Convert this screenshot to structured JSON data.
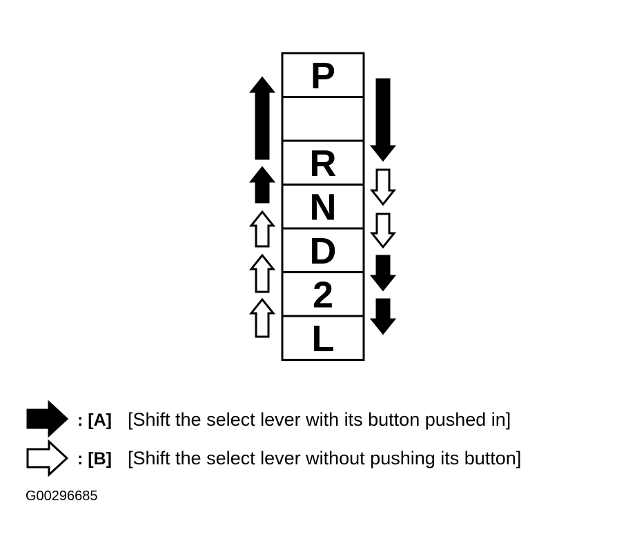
{
  "gates": [
    "P",
    "",
    "R",
    "N",
    "D",
    "2",
    "L"
  ],
  "arrows": {
    "up": [
      {
        "type": "solid",
        "from": "R",
        "to": "P",
        "icon": "long-up-arrow-icon"
      },
      {
        "type": "solid",
        "from": "N",
        "to": "R",
        "icon": "up-arrow-icon"
      },
      {
        "type": "outline",
        "from": "D",
        "to": "N",
        "icon": "up-arrow-outline-icon"
      },
      {
        "type": "outline",
        "from": "2",
        "to": "D",
        "icon": "up-arrow-outline-icon"
      },
      {
        "type": "outline",
        "from": "L",
        "to": "2",
        "icon": "up-arrow-outline-icon"
      }
    ],
    "down": [
      {
        "type": "solid",
        "from": "P",
        "to": "R",
        "icon": "long-down-arrow-icon"
      },
      {
        "type": "outline",
        "from": "R",
        "to": "N",
        "icon": "down-arrow-outline-icon"
      },
      {
        "type": "outline",
        "from": "N",
        "to": "D",
        "icon": "down-arrow-outline-icon"
      },
      {
        "type": "solid",
        "from": "D",
        "to": "2",
        "icon": "down-arrow-icon"
      },
      {
        "type": "solid",
        "from": "2",
        "to": "L",
        "icon": "down-arrow-icon"
      }
    ]
  },
  "legend": [
    {
      "icon": "solid-right-arrow-icon",
      "key": ": [A]",
      "text": "[Shift the select lever with its button pushed in]"
    },
    {
      "icon": "outline-right-arrow-icon",
      "key": ": [B]",
      "text": "[Shift the select lever without pushing its button]"
    }
  ],
  "figure_code": "G00296685",
  "colors": {
    "ink": "#000000",
    "background": "#ffffff"
  }
}
